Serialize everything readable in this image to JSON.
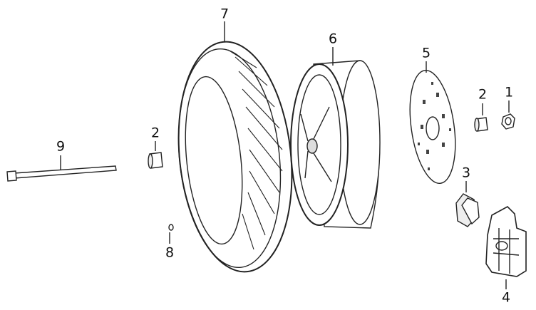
{
  "diagram": {
    "type": "exploded-parts-view",
    "callouts": [
      {
        "id": "tire",
        "number": "7"
      },
      {
        "id": "rim",
        "number": "6"
      },
      {
        "id": "brake-disc",
        "number": "5"
      },
      {
        "id": "spacer-right",
        "number": "2"
      },
      {
        "id": "nut",
        "number": "1"
      },
      {
        "id": "brake-pads",
        "number": "3"
      },
      {
        "id": "caliper",
        "number": "4"
      },
      {
        "id": "spacer-left",
        "number": "2"
      },
      {
        "id": "axle",
        "number": "9"
      },
      {
        "id": "valve",
        "number": "8"
      }
    ]
  }
}
